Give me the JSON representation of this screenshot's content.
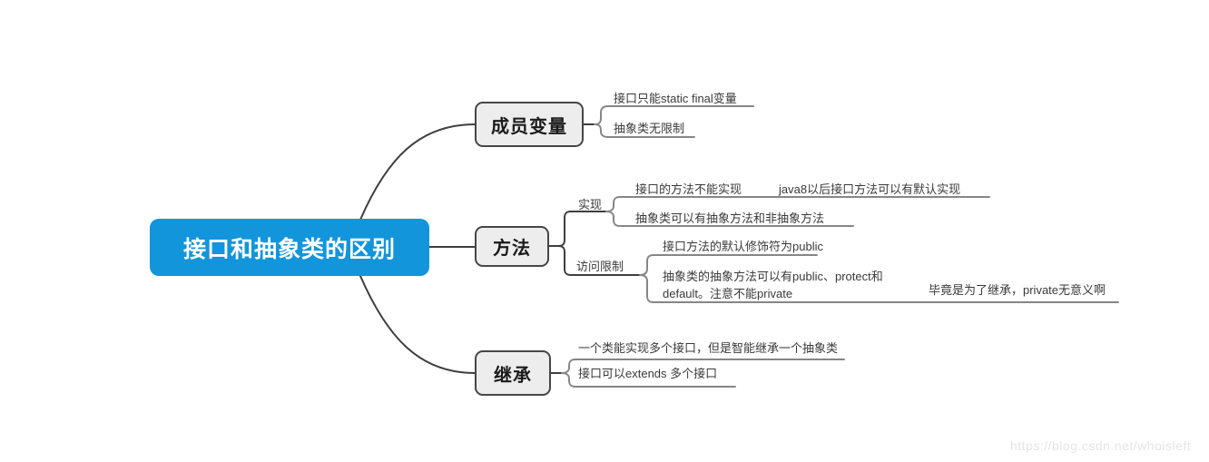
{
  "watermark": "https://blog.csdn.net/whoisleft",
  "colors": {
    "root_fill": "#1295db",
    "root_text": "#ffffff",
    "branch_fill": "#ededed",
    "branch_border": "#464646",
    "line_dark": "#3e3e3e",
    "line_gray": "#868686"
  },
  "mindmap": {
    "root": "接口和抽象类的区别",
    "branches": [
      {
        "label": "成员变量",
        "children": [
          {
            "label": "接口只能static final变量"
          },
          {
            "label": "抽象类无限制"
          }
        ]
      },
      {
        "label": "方法",
        "children": [
          {
            "label": "实现",
            "children": [
              {
                "label": "接口的方法不能实现",
                "children": [
                  {
                    "label": "java8以后接口方法可以有默认实现"
                  }
                ]
              },
              {
                "label": "抽象类可以有抽象方法和非抽象方法"
              }
            ]
          },
          {
            "label": "访问限制",
            "children": [
              {
                "label": "接口方法的默认修饰符为public"
              },
              {
                "label": "抽象类的抽象方法可以有public、protect和\ndefault。注意不能private",
                "children": [
                  {
                    "label": "毕竟是为了继承，private无意义啊"
                  }
                ]
              }
            ]
          }
        ]
      },
      {
        "label": "继承",
        "children": [
          {
            "label": "一个类能实现多个接口，但是智能继承一个抽象类"
          },
          {
            "label": "接口可以extends 多个接口"
          }
        ]
      }
    ]
  }
}
